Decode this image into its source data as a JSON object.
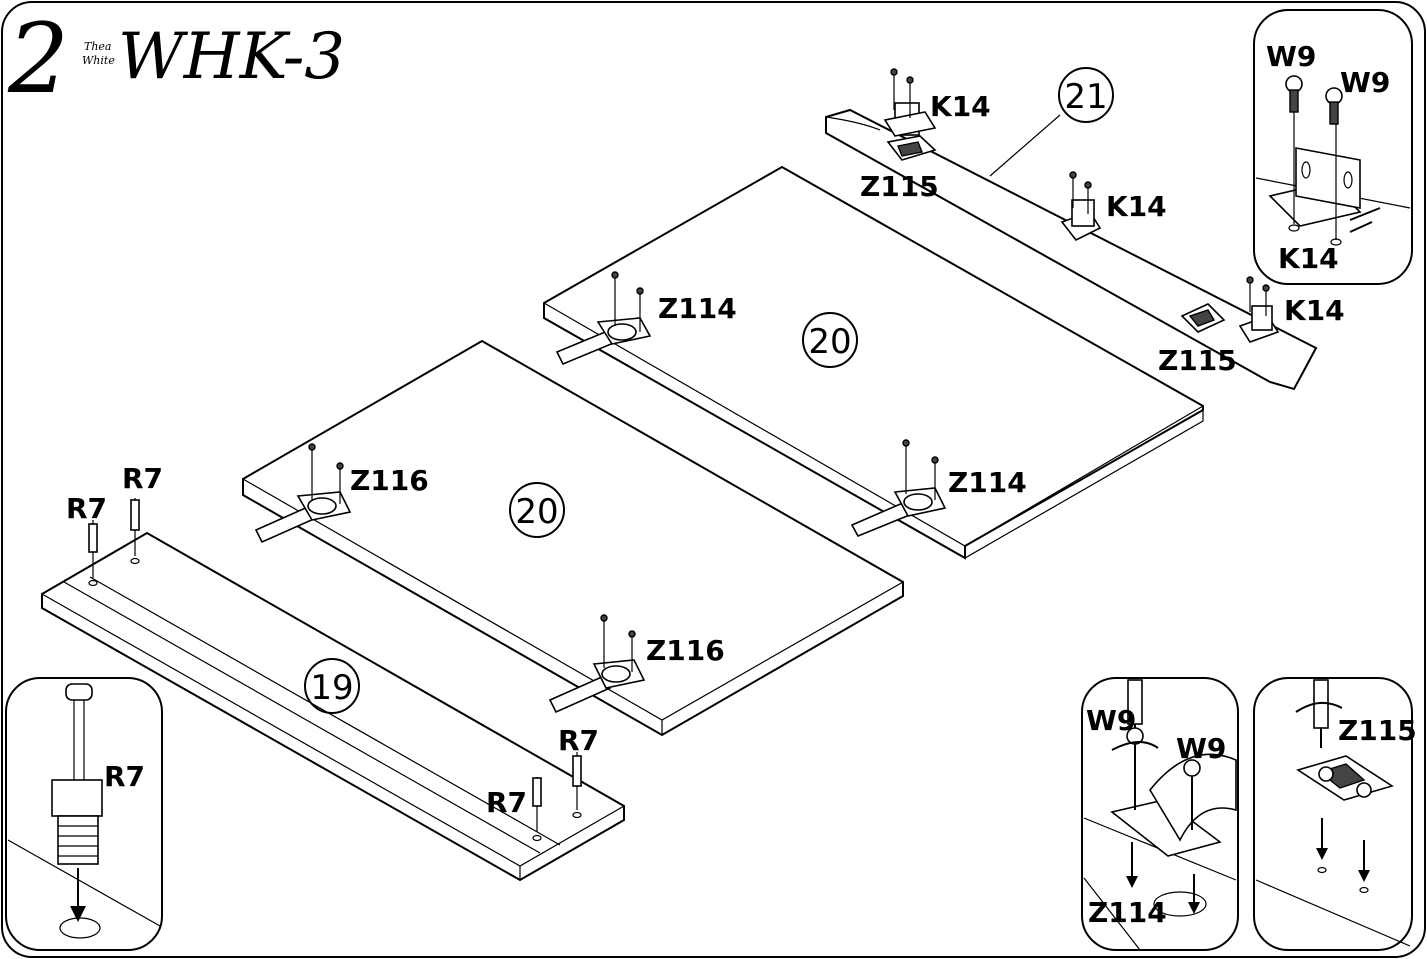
{
  "header": {
    "step_number": "2",
    "brand_line1": "Thea",
    "brand_line2": "White",
    "model_code": "WHK-3"
  },
  "panels": {
    "p19": "19",
    "p20a": "20",
    "p20b": "20",
    "p21": "21"
  },
  "labels": {
    "k14_a": "K14",
    "k14_b": "K14",
    "k14_c": "K14",
    "z115_a": "Z115",
    "z115_b": "Z115",
    "z114_a": "Z114",
    "z114_b": "Z114",
    "z116_a": "Z116",
    "z116_b": "Z116",
    "r7_a": "R7",
    "r7_b": "R7",
    "r7_c": "R7",
    "r7_d": "R7"
  },
  "insets": {
    "top_right": {
      "w9_a": "W9",
      "w9_b": "W9",
      "k14": "K14"
    },
    "bottom_left": {
      "r7": "R7"
    },
    "bottom_mid": {
      "w9_a": "W9",
      "w9_b": "W9",
      "z114": "Z114"
    },
    "bottom_right": {
      "z115": "Z115"
    }
  }
}
